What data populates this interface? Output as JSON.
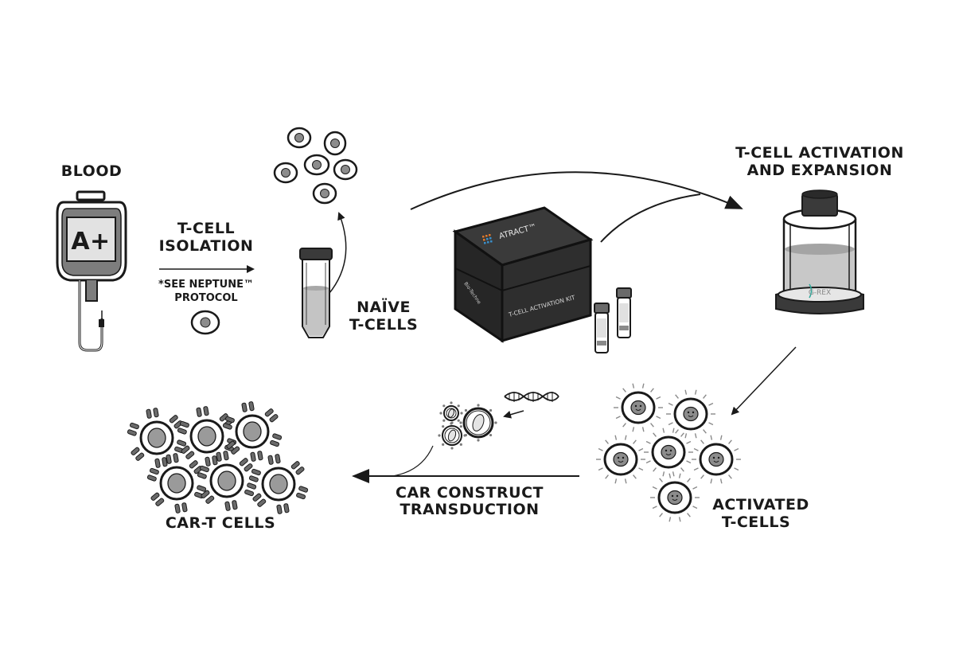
{
  "title": "CAR-T cell manufacturing workflow",
  "labels": {
    "blood": "BLOOD",
    "blood_type": "A+",
    "isolation_line1": "T-CELL",
    "isolation_line2": "ISOLATION",
    "protocol_line1": "*SEE NEPTUNE™",
    "protocol_line2": "PROTOCOL",
    "naive_line1": "NAÏVE",
    "naive_line2": "T-CELLS",
    "activation_line1": "T-CELL ACTIVATION",
    "activation_line2": "AND EXPANSION",
    "activated_line1": "ACTIVATED",
    "activated_line2": "T-CELLS",
    "transduction_line1": "CAR CONSTRUCT",
    "transduction_line2": "TRANSDUCTION",
    "cart": "CAR-T CELLS"
  },
  "kit": {
    "brand": "ATRACT™",
    "name": "T-CELL ACTIVATION KIT",
    "maker": "Bio-Techne"
  },
  "bioreactor": {
    "brand": "G-REX"
  },
  "colors": {
    "ink": "#1a1a1a",
    "fill_gray": "#8c8c8c",
    "light_gray": "#d6d6d6",
    "box": "#2b2b2b",
    "accent_orange": "#e0782a",
    "accent_blue": "#3a8fc9",
    "accent_teal": "#2aa89a"
  }
}
